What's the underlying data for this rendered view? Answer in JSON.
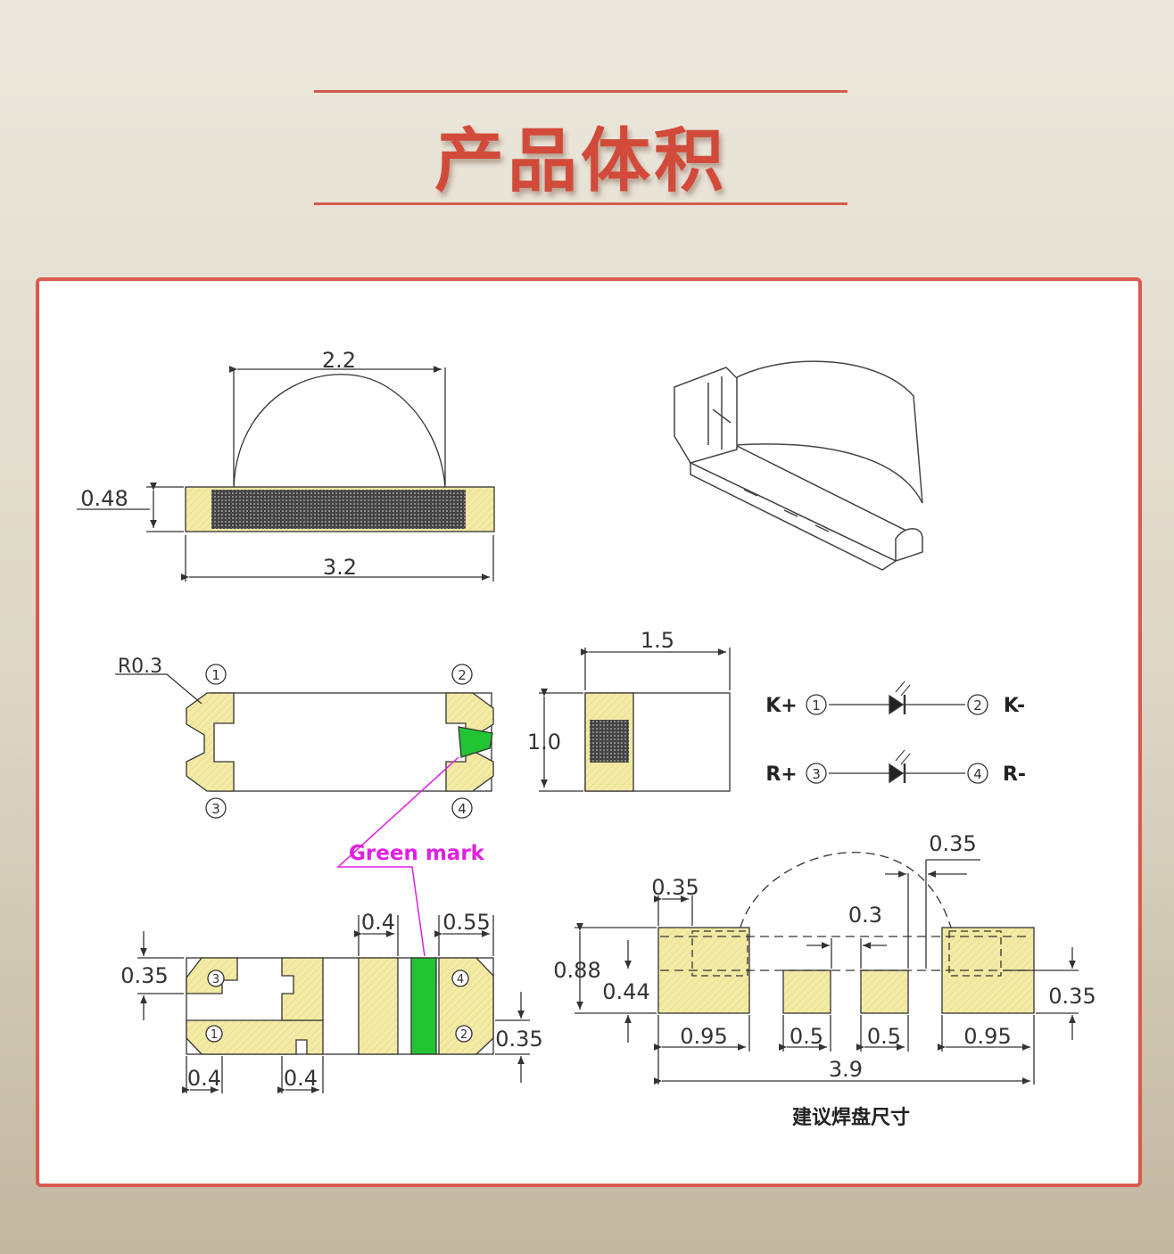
{
  "header": {
    "title": "产品体积"
  },
  "drawings": {
    "side_view": {
      "top_width": "2.2",
      "height": "0.48",
      "bottom_width": "3.2"
    },
    "top_view": {
      "radius_label": "R0.3",
      "pin1": "1",
      "pin2": "2",
      "pin3": "3",
      "pin4": "4",
      "green_mark_label": "Green mark",
      "green_mark_color": "#22c433"
    },
    "end_view": {
      "width": "1.5",
      "height": "1.0"
    },
    "schematic": {
      "row1": {
        "left": "K+",
        "pin_left": "1",
        "pin_right": "2",
        "right": "K-"
      },
      "row2": {
        "left": "R+",
        "pin_left": "3",
        "pin_right": "4",
        "right": "R-"
      }
    },
    "bottom_view": {
      "dim_04_top": "0.4",
      "dim_055": "0.55",
      "dim_035_left": "0.35",
      "dim_035_right": "0.35",
      "dim_04_bl": "0.4",
      "dim_04_bm": "0.4",
      "pin3": "3",
      "pin4": "4",
      "pin1": "1",
      "pin2": "2"
    },
    "pad_layout": {
      "dim_035_top": "0.35",
      "dim_035_left": "0.35",
      "dim_03": "0.3",
      "dim_088": "0.88",
      "dim_044": "0.44",
      "dim_035_right": "0.35",
      "dim_095_left": "0.95",
      "dim_05_a": "0.5",
      "dim_05_b": "0.5",
      "dim_095_right": "0.95",
      "dim_39": "3.9",
      "caption": "建议焊盘尺寸"
    }
  },
  "colors": {
    "pad": "#f3eaa6",
    "title": "#d24a3a",
    "border": "#d95a4f",
    "magenta": "#e020e0"
  }
}
